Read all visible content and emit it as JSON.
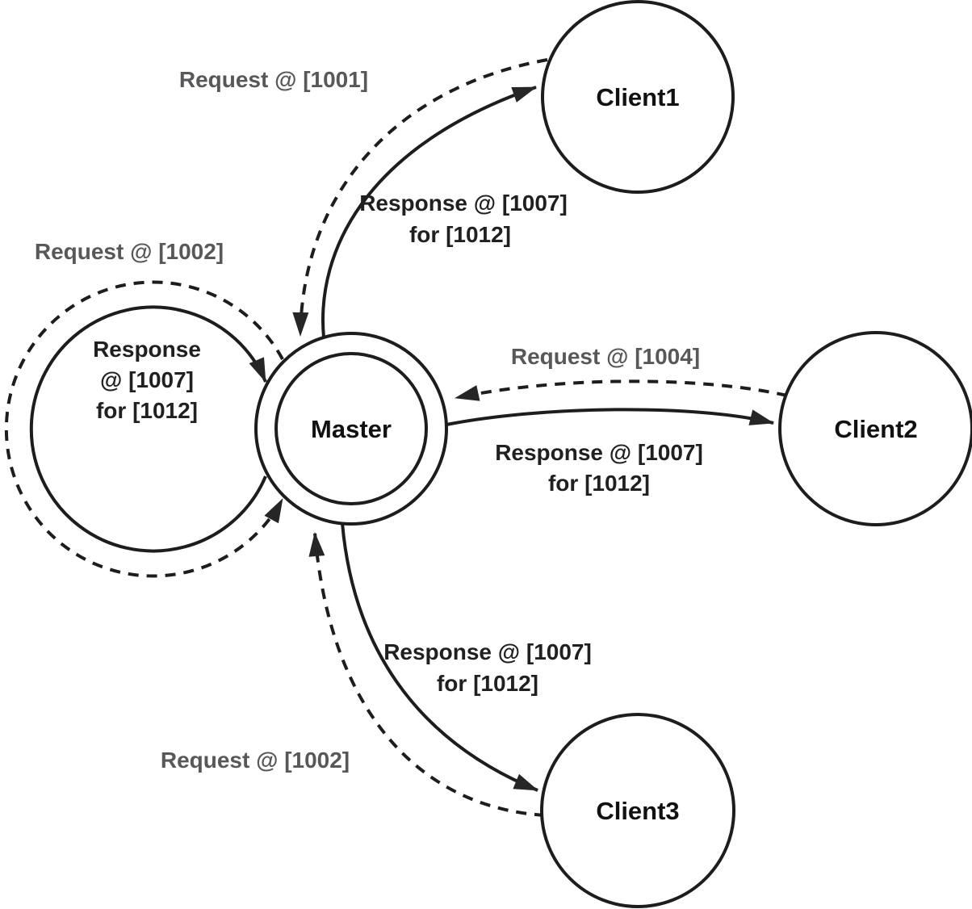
{
  "diagram": {
    "nodes": {
      "master": "Master",
      "client1": "Client1",
      "client2": "Client2",
      "client3": "Client3"
    },
    "edges": {
      "client1_request": {
        "style": "dashed",
        "from": "Client1",
        "to": "Master",
        "label": "Request @ [1001]"
      },
      "client1_response": {
        "style": "solid",
        "from": "Master",
        "to": "Client1",
        "lines": [
          "Response @ [1007]",
          "for [1012]"
        ]
      },
      "self_request": {
        "style": "dashed",
        "from": "Master",
        "to": "Master",
        "label": "Request @ [1002]"
      },
      "self_response": {
        "style": "solid",
        "from": "Master",
        "to": "Master",
        "lines": [
          "Response",
          "@ [1007]",
          "for [1012]"
        ]
      },
      "client2_request": {
        "style": "dashed",
        "from": "Client2",
        "to": "Master",
        "label": "Request @ [1004]"
      },
      "client2_response": {
        "style": "solid",
        "from": "Master",
        "to": "Client2",
        "lines": [
          "Response @ [1007]",
          "for [1012]"
        ]
      },
      "client3_request": {
        "style": "dashed",
        "from": "Client3",
        "to": "Master",
        "label": "Request @ [1002]"
      },
      "client3_response": {
        "style": "solid",
        "from": "Master",
        "to": "Client3",
        "lines": [
          "Response @ [1007]",
          "for [1012]"
        ]
      }
    },
    "colors": {
      "line": "#1d1d1d",
      "arrowhead": "#262626",
      "request_label": "#58585a",
      "response_label": "#202020",
      "node_label": "#111111",
      "background": "#ffffff"
    }
  }
}
